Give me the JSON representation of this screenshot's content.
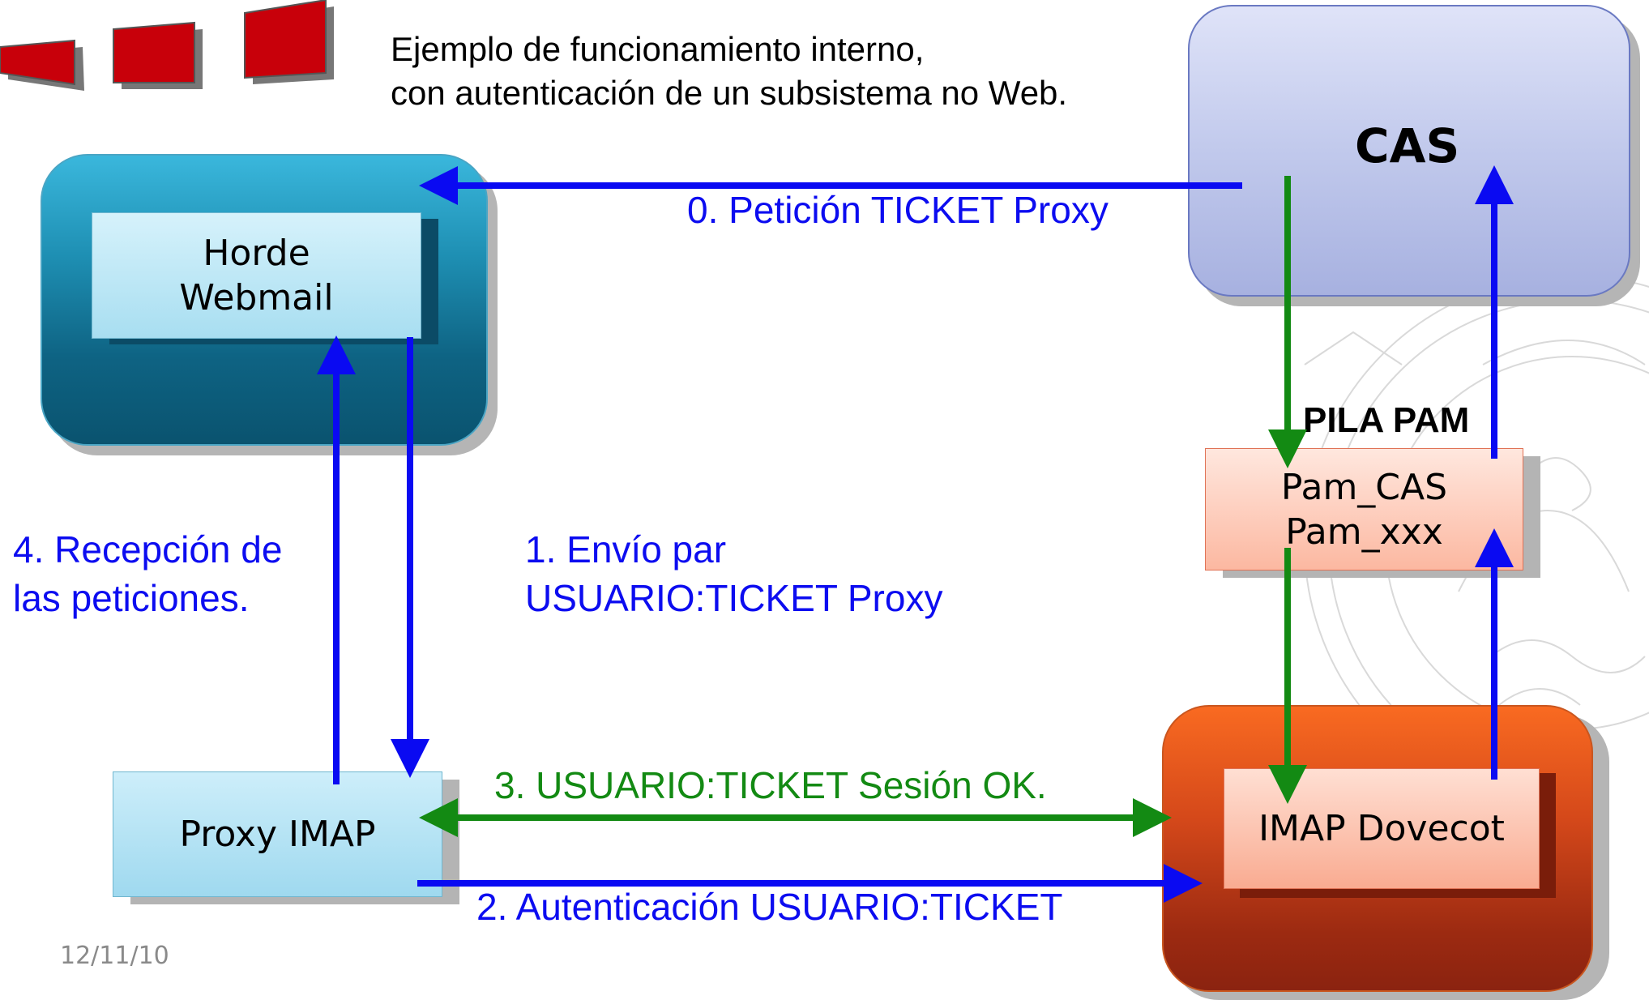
{
  "header": {
    "line1": "Ejemplo de funcionamiento interno,",
    "line2": "con autenticación de un subsistema no Web."
  },
  "nodes": {
    "horde": {
      "line1": "Horde",
      "line2": "Webmail"
    },
    "cas": {
      "label": "CAS"
    },
    "pila_pam": {
      "label": "PILA PAM"
    },
    "pam": {
      "line1": "Pam_CAS",
      "line2": "Pam_xxx"
    },
    "proxy_imap": {
      "label": "Proxy IMAP"
    },
    "imap_dovecot": {
      "label": "IMAP Dovecot"
    }
  },
  "edges": {
    "step0": "0.  Petición TICKET Proxy",
    "step1_line1": "1.  Envío par",
    "step1_line2": "USUARIO:TICKET Proxy",
    "step2": "2.  Autenticación USUARIO:TICKET",
    "step3": "3. USUARIO:TICKET Sesión OK.",
    "step4_line1": "4. Recepción de",
    "step4_line2": "las peticiones."
  },
  "footer": {
    "date": "12/11/10"
  },
  "colors": {
    "blue_arrow": "#0a0af2",
    "green_arrow": "#138a13",
    "logo_red": "#c8000a"
  }
}
